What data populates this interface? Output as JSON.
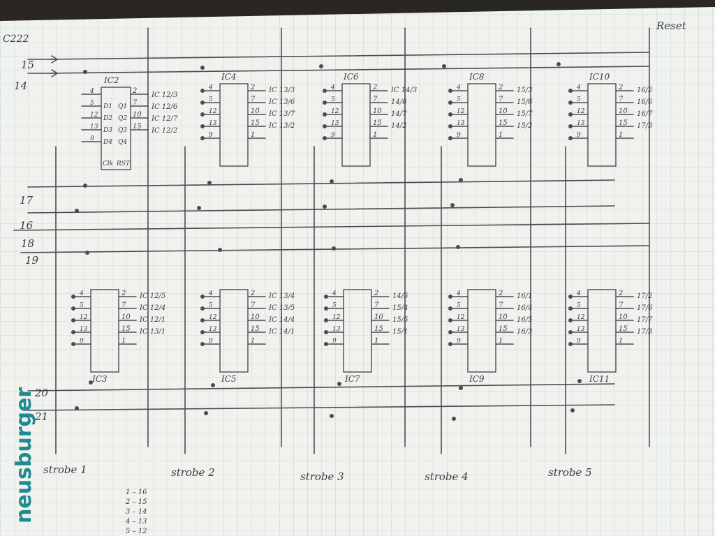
{
  "header": {
    "ref": "C222",
    "reset": "Reset"
  },
  "brand": "neusburger",
  "inputs_top": [
    "15",
    "14"
  ],
  "inputs_mid": [
    "17",
    "16",
    "18",
    "19"
  ],
  "inputs_bottom": [
    "20",
    "21"
  ],
  "ic2": {
    "name": "IC2",
    "pins_left": [
      "4",
      "5",
      "12",
      "13",
      "9"
    ],
    "pins_right": [
      "2",
      "7",
      "10",
      "15"
    ],
    "inner_left": [
      "D1",
      "D2",
      "D3",
      "D4"
    ],
    "inner_right": [
      "Q1",
      "Q2",
      "Q3",
      "Q4"
    ],
    "bottom": [
      "Clk",
      "RST"
    ],
    "outputs": [
      "IC 12/3",
      "IC 12/6",
      "IC 12/7",
      "IC 12/2"
    ]
  },
  "chips_top": [
    {
      "name": "IC4",
      "outputs": [
        "IC 13/3",
        "IC 13/6",
        "IC 13/7",
        "IC 13/2"
      ]
    },
    {
      "name": "IC6",
      "outputs": [
        "IC 14/3",
        "14/6",
        "14/7",
        "14/2"
      ]
    },
    {
      "name": "IC8",
      "outputs": [
        "15/3",
        "15/6",
        "15/7",
        "15/2"
      ]
    },
    {
      "name": "IC10",
      "outputs": [
        "16/2",
        "16/6",
        "16/7",
        "17/3"
      ]
    }
  ],
  "chips_bottom": [
    {
      "name": "IC3",
      "outputs": [
        "IC 12/5",
        "IC 12/4",
        "IC 12/1",
        "IC 13/1"
      ]
    },
    {
      "name": "IC5",
      "outputs": [
        "IC 13/4",
        "IC 13/5",
        "IC 14/4",
        "IC 14/1"
      ]
    },
    {
      "name": "IC7",
      "outputs": [
        "14/5",
        "15/4",
        "15/5",
        "15/1"
      ]
    },
    {
      "name": "IC9",
      "outputs": [
        "16/1",
        "16/4",
        "16/5",
        "16/3"
      ]
    },
    {
      "name": "IC11",
      "outputs": [
        "17/2",
        "17/6",
        "17/7",
        "17/3"
      ]
    }
  ],
  "pins_left": [
    "4",
    "5",
    "12",
    "13",
    "9"
  ],
  "pins_right": [
    "2",
    "7",
    "10",
    "15",
    "1"
  ],
  "strobes": [
    "strobe 1",
    "strobe 2",
    "strobe 3",
    "strobe 4",
    "strobe 5"
  ],
  "pin_map": [
    "1 – 16",
    "2 – 15",
    "3 – 14",
    "4 – 13",
    "5 – 12"
  ]
}
